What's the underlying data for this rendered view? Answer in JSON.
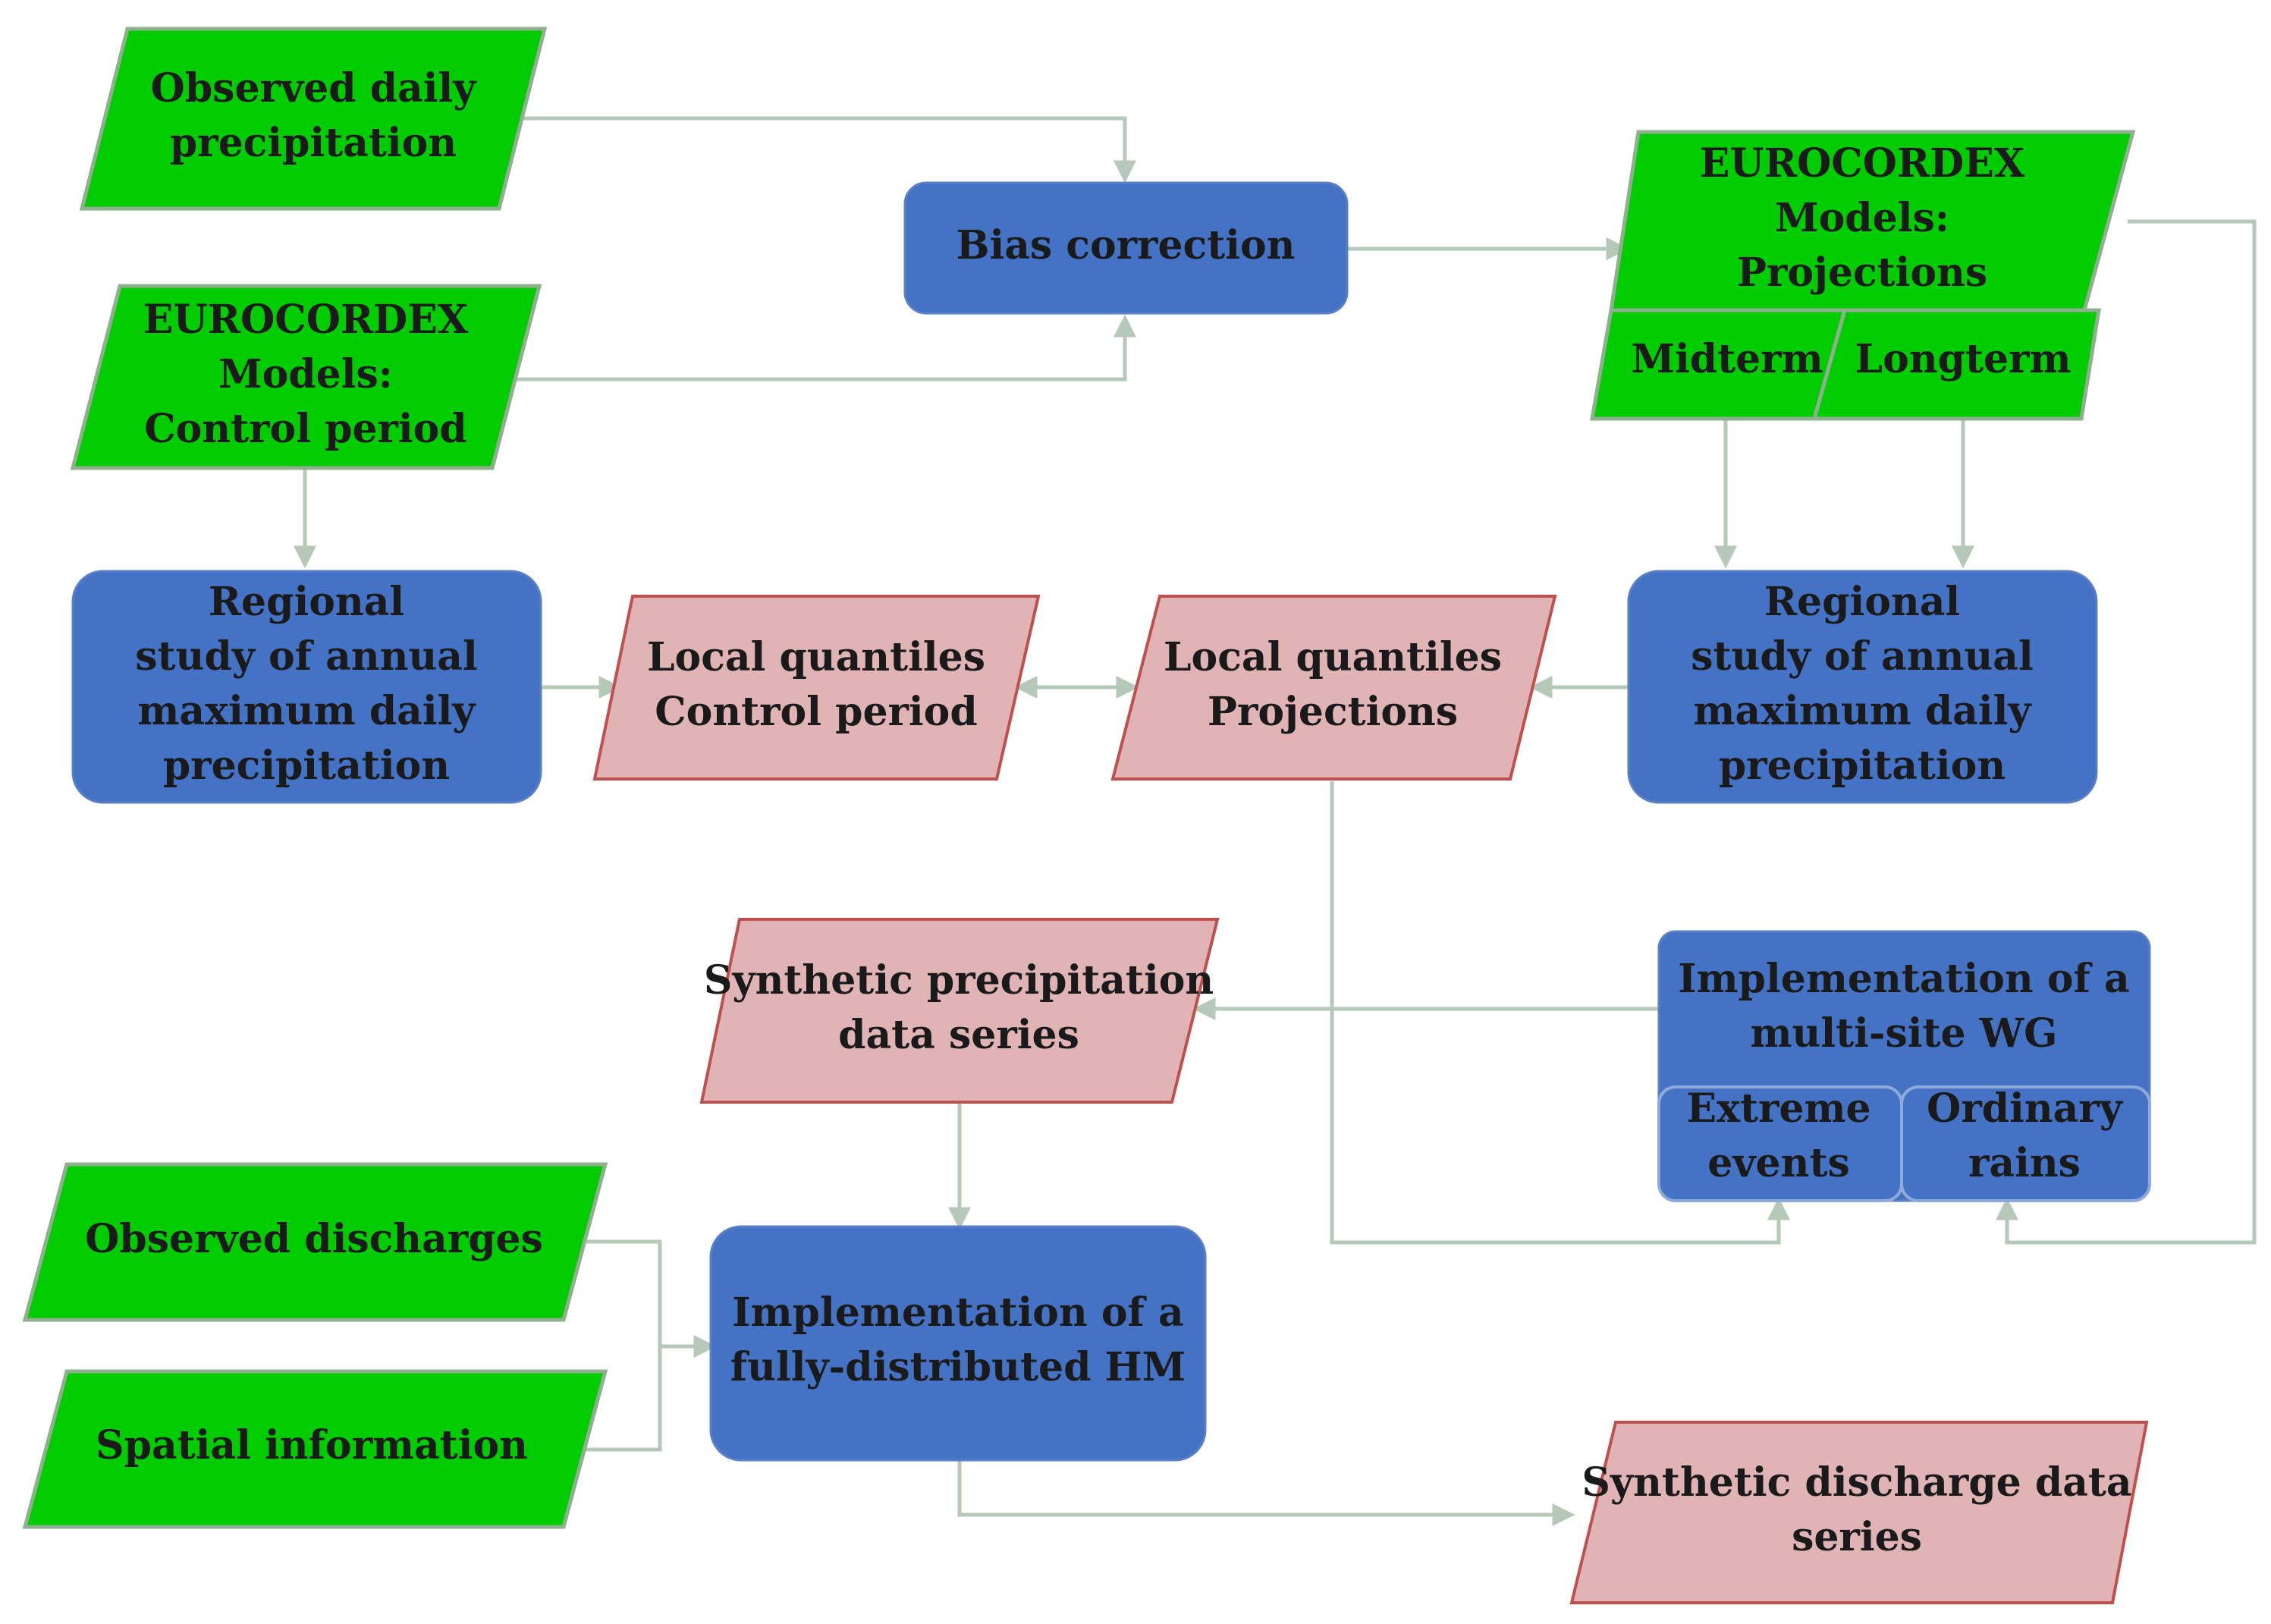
{
  "nodes": {
    "observed_daily_precip": [
      "Observed daily",
      "precipitation"
    ],
    "bias_correction": [
      "Bias correction"
    ],
    "eurocordex_control": [
      "EUROCORDEX",
      "Models:",
      "Control period"
    ],
    "eurocordex_projections": [
      "EUROCORDEX",
      "Models:",
      "Projections"
    ],
    "midterm": [
      "Midterm"
    ],
    "longterm": [
      "Longterm"
    ],
    "regional_study_left": [
      "Regional",
      "study of annual",
      "maximum daily",
      "precipitation"
    ],
    "local_quantiles_control": [
      "Local quantiles",
      "Control period"
    ],
    "local_quantiles_projections": [
      "Local quantiles",
      "Projections"
    ],
    "regional_study_right": [
      "Regional",
      "study of annual",
      "maximum daily",
      "precipitation"
    ],
    "synthetic_precip": [
      "Synthetic precipitation",
      "data series"
    ],
    "multisite_wg": [
      "Implementation of a",
      "multi-site WG"
    ],
    "extreme_events": [
      "Extreme",
      "events"
    ],
    "ordinary_rains": [
      "Ordinary",
      "rains"
    ],
    "observed_discharges": [
      "Observed discharges"
    ],
    "spatial_information": [
      "Spatial information"
    ],
    "distributed_hm": [
      "Implementation of a",
      "fully-distributed HM"
    ],
    "synthetic_discharge": [
      "Synthetic discharge data",
      "series"
    ]
  },
  "colors": {
    "input": "#00cc00",
    "process": "#4472c4",
    "output": "#e0b4b4",
    "output_border": "#c0504d",
    "connector": "#b6c9b8"
  }
}
